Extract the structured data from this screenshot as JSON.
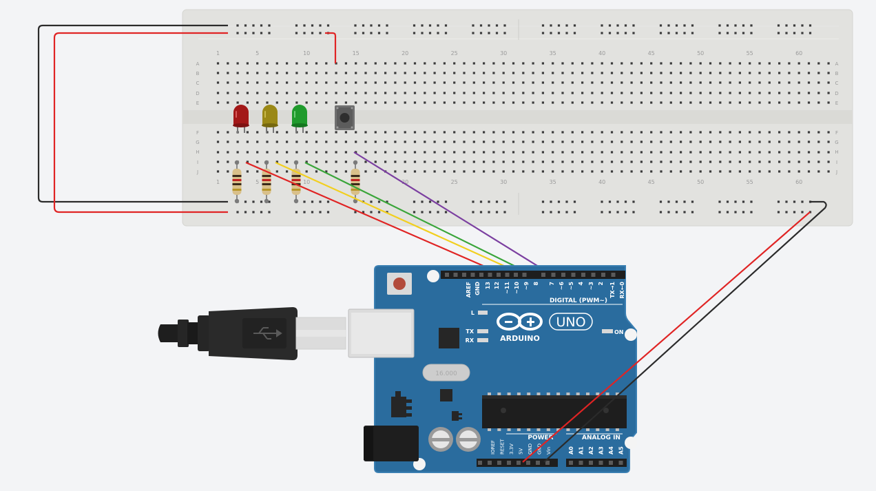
{
  "breadboard": {
    "column_numbers": [
      "1",
      "5",
      "10",
      "15",
      "20",
      "25",
      "30",
      "35",
      "40",
      "45",
      "50",
      "55",
      "60"
    ],
    "row_letters_top": [
      "A",
      "B",
      "C",
      "D",
      "E"
    ],
    "row_letters_bottom": [
      "F",
      "G",
      "H",
      "I",
      "J"
    ]
  },
  "components": {
    "leds": [
      {
        "name": "red-led",
        "color": "#b01c1c"
      },
      {
        "name": "yellow-led",
        "color": "#9c8a14"
      },
      {
        "name": "green-led",
        "color": "#1f9a2c"
      }
    ],
    "pushbutton": "pushbutton"
  },
  "arduino": {
    "digital_header_label": "DIGITAL (PWM~)",
    "digital_pins": [
      "AREF",
      "GND",
      "13",
      "12",
      "~11",
      "~10",
      "~9",
      "8",
      "7",
      "~6",
      "~5",
      "4",
      "~3",
      "2",
      "TX→1",
      "RX←0"
    ],
    "brand": "ARDUINO",
    "model": "UNO",
    "on_label": "ON",
    "l_label": "L",
    "tx_label": "TX",
    "rx_label": "RX",
    "power_label": "POWER",
    "power_pins": [
      "IOREF",
      "RESET",
      "3.3V",
      "5V",
      "GND",
      "GND",
      "Vin"
    ],
    "analog_label": "ANALOG IN",
    "analog_pins": [
      "A0",
      "A1",
      "A2",
      "A3",
      "A4",
      "A5"
    ],
    "crystal_label": "16.000"
  },
  "colors": {
    "board": "#2a6c9e",
    "wire_red": "#e02424",
    "wire_black": "#2b2b2b",
    "wire_yellow": "#f2cf1f",
    "wire_green": "#3aa53a",
    "wire_purple": "#7b3fa0"
  },
  "icons": [
    "usb-icon",
    "arduino-infinity-logo"
  ]
}
